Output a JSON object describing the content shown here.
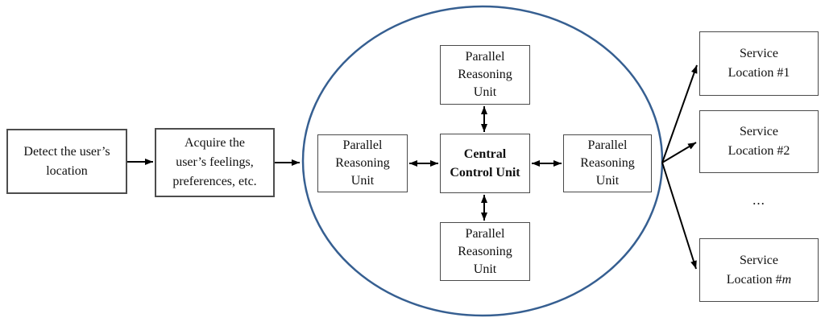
{
  "diagram": {
    "background": "#ffffff",
    "circle_color": "#365f91",
    "arrow_color": "#000000",
    "box_border_color": "#4a4a4a",
    "nodes": {
      "detect": {
        "label": "Detect the user’s\nlocation"
      },
      "acquire": {
        "label": "Acquire the\nuser’s feelings,\npreferences, etc."
      },
      "pru_top": {
        "label": "Parallel\nReasoning\nUnit"
      },
      "pru_left": {
        "label": "Parallel\nReasoning\nUnit"
      },
      "pru_right": {
        "label": "Parallel\nReasoning\nUnit"
      },
      "pru_bottom": {
        "label": "Parallel\nReasoning\nUnit"
      },
      "ccu": {
        "label": "Central\nControl Unit"
      },
      "service_1": {
        "label": "Service\nLocation #1"
      },
      "service_2": {
        "label": "Service\nLocation #2"
      },
      "ellipsis": "...",
      "service_m": {
        "prefix": "Service\nLocation #",
        "italic_var": "m"
      }
    }
  }
}
